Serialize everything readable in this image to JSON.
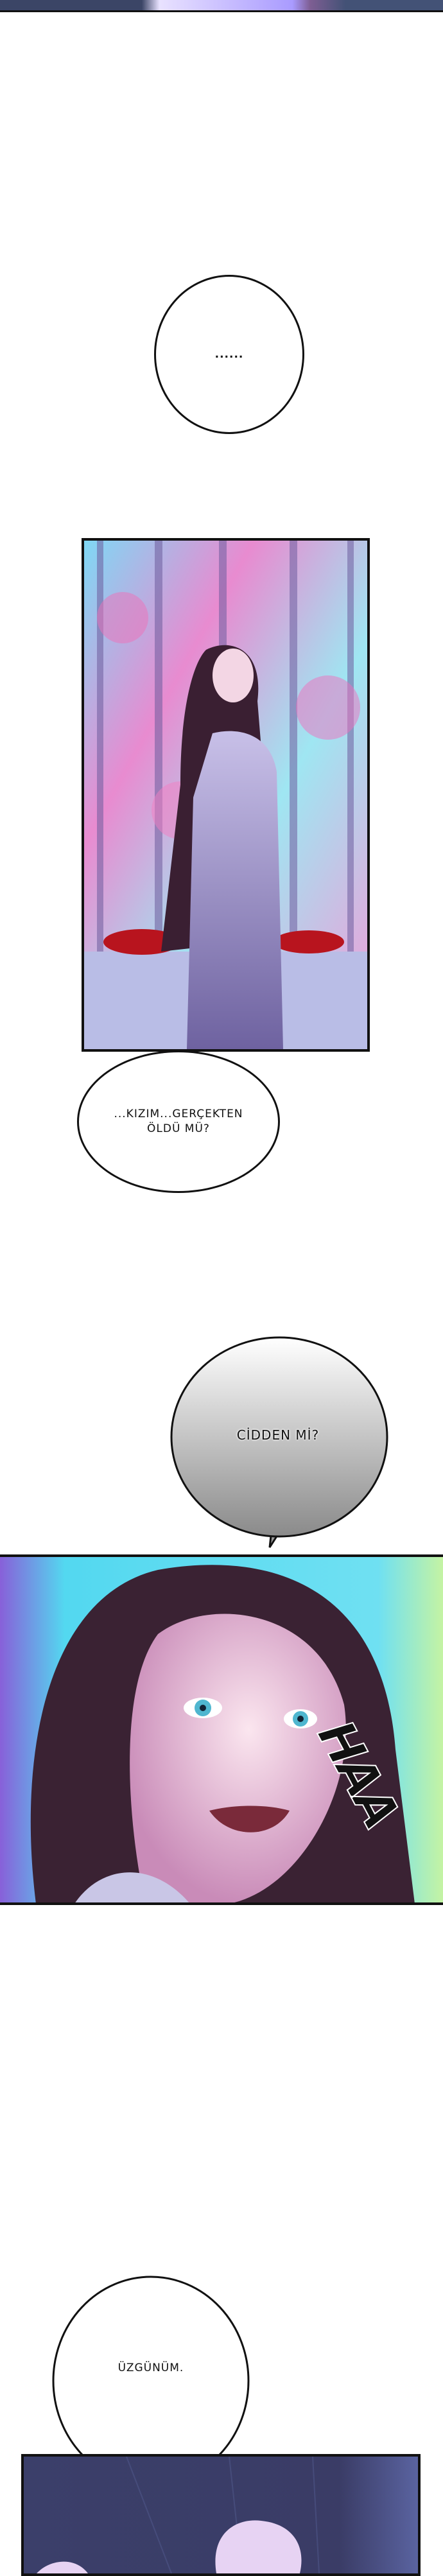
{
  "dialogue": {
    "bubble_1": "......",
    "bubble_2_line1": "...KIZIM...GERÇEKTEN",
    "bubble_2_line2": "ÖLDÜ MÜ?",
    "bubble_3": "CİDDEN Mİ?",
    "bubble_4": "ÜZGÜNÜM."
  },
  "sound_effects": {
    "laugh": "HAA"
  },
  "colors": {
    "panel_border": "#111111",
    "night_blue": "#3a3e66",
    "glass_pink": "#e77fc7",
    "glass_cyan": "#53d8f0"
  }
}
